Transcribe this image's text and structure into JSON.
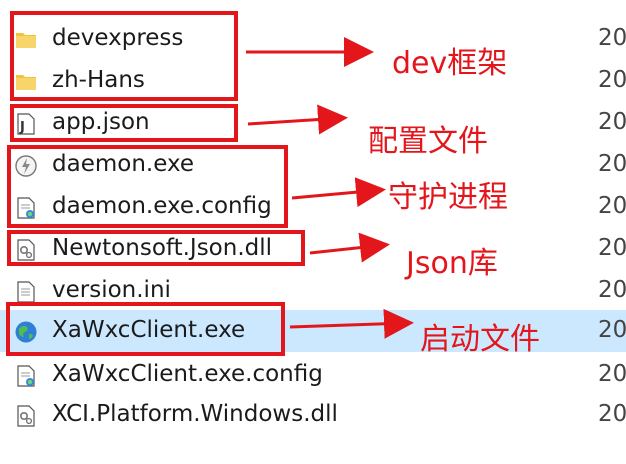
{
  "files": [
    {
      "name": "devexpress",
      "icon": "folder-icon",
      "date": "20"
    },
    {
      "name": "zh-Hans",
      "icon": "folder-icon",
      "date": "20"
    },
    {
      "name": "app.json",
      "icon": "json-file-icon",
      "date": "20"
    },
    {
      "name": "daemon.exe",
      "icon": "exe-file-icon",
      "date": "20"
    },
    {
      "name": "daemon.exe.config",
      "icon": "config-file-icon",
      "date": "20"
    },
    {
      "name": "Newtonsoft.Json.dll",
      "icon": "dll-file-icon",
      "date": "20"
    },
    {
      "name": "version.ini",
      "icon": "ini-file-icon",
      "date": "20"
    },
    {
      "name": "XaWxcClient.exe",
      "icon": "globe-exe-icon",
      "date": "20",
      "selected": true
    },
    {
      "name": "XaWxcClient.exe.config",
      "icon": "config-file-icon",
      "date": "20"
    },
    {
      "name": "XCI.Platform.Windows.dll",
      "icon": "dll-file-icon",
      "date": "20"
    }
  ],
  "annotations": [
    {
      "label": "dev框架"
    },
    {
      "label": "配置文件"
    },
    {
      "label": "守护进程"
    },
    {
      "label": "Json库"
    },
    {
      "label": "启动文件"
    }
  ],
  "colors": {
    "annotation": "#e3161c",
    "selected_row": "#cce8ff",
    "folder": "#f3c13a"
  }
}
